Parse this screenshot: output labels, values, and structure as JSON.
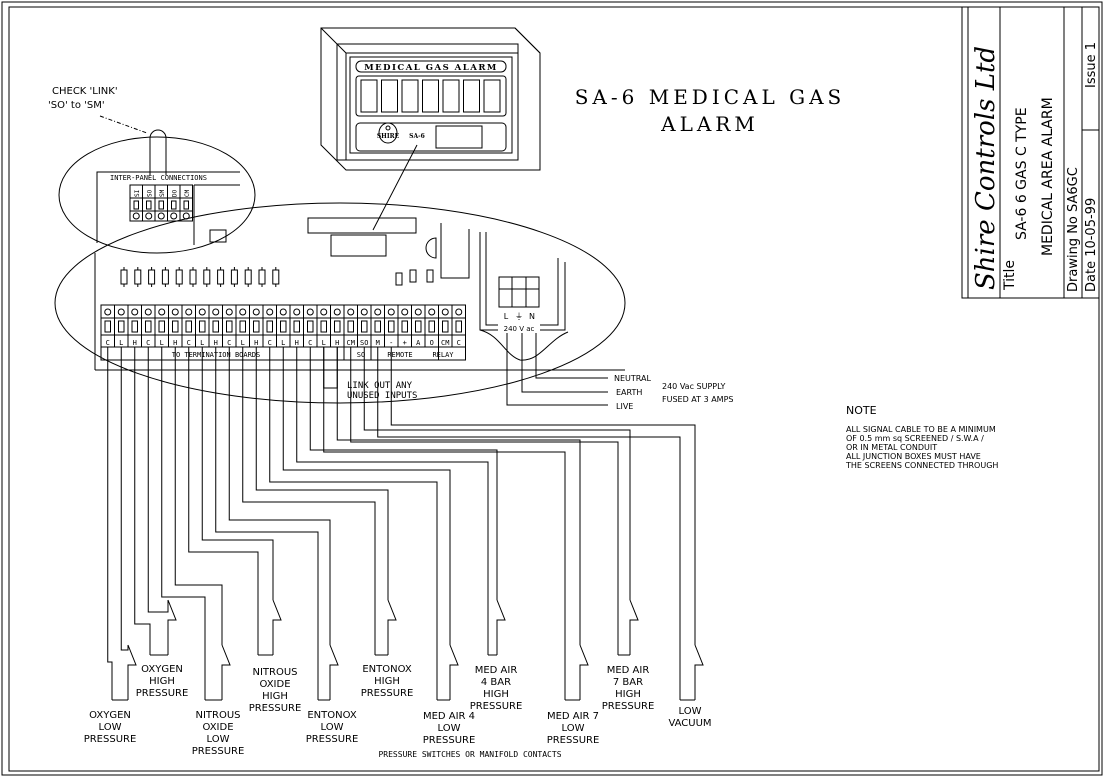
{
  "title": {
    "line1": "SA-6 MEDICAL GAS",
    "line2": "ALARM"
  },
  "title_block": {
    "company": "Shire Controls Ltd",
    "title_label": "Title",
    "title_line1": "SA-6 6 GAS C TYPE",
    "title_line2": "MEDICAL AREA ALARM",
    "drawing_no": "Drawing No  SA6GC",
    "date": "Date  10-05-99",
    "issue": "Issue 1"
  },
  "panel": {
    "header": "MEDICAL GAS ALARM",
    "model": "SA-6",
    "logo": "SHIRE"
  },
  "check_link": {
    "line1": "CHECK 'LINK'",
    "line2": "'SO' to 'SM'"
  },
  "inter_panel": {
    "label": "INTER-PANEL CONNECTIONS",
    "terminals": [
      "SI",
      "SO",
      "SM",
      "DO",
      "CM"
    ]
  },
  "terminal_strip": {
    "labels": [
      "C",
      "L",
      "H",
      "C",
      "L",
      "H",
      "C",
      "L",
      "H",
      "C",
      "L",
      "H",
      "C",
      "L",
      "H",
      "C",
      "L",
      "H",
      "CM",
      "SO",
      "M",
      "-",
      "+",
      "A",
      "O",
      "CM",
      "C"
    ],
    "group_termination": "TO TERMINATION BOARDS",
    "group_so": "SO",
    "group_remote": "REMOTE",
    "group_relay": "RELAY"
  },
  "link_note": {
    "line1": "LINK OUT ANY",
    "line2": "UNUSED INPUTS"
  },
  "supply": {
    "terminals": [
      "L",
      "⏚",
      "N"
    ],
    "voltage_label": "240 V ac",
    "neutral": "NEUTRAL",
    "earth": "EARTH",
    "live": "LIVE",
    "supply_line1": "240 Vac SUPPLY",
    "supply_line2": "FUSED AT 3 AMPS"
  },
  "note": {
    "heading": "NOTE",
    "lines": [
      "ALL SIGNAL CABLE TO BE A MINIMUM",
      "OF 0.5 mm sq SCREENED / S.W.A /",
      "OR IN METAL CONDUIT",
      "ALL JUNCTION BOXES MUST HAVE",
      "THE SCREENS CONNECTED THROUGH"
    ]
  },
  "switches": [
    {
      "label": [
        "OXYGEN",
        "LOW",
        "PRESSURE"
      ]
    },
    {
      "label": [
        "OXYGEN",
        "HIGH",
        "PRESSURE"
      ]
    },
    {
      "label": [
        "NITROUS",
        "OXIDE",
        "LOW",
        "PRESSURE"
      ]
    },
    {
      "label": [
        "NITROUS",
        "OXIDE",
        "HIGH",
        "PRESSURE"
      ]
    },
    {
      "label": [
        "ENTONOX",
        "LOW",
        "PRESSURE"
      ]
    },
    {
      "label": [
        "ENTONOX",
        "HIGH",
        "PRESSURE"
      ]
    },
    {
      "label": [
        "MED AIR 4",
        "LOW",
        "PRESSURE"
      ]
    },
    {
      "label": [
        "MED AIR",
        "4 BAR",
        "HIGH",
        "PRESSURE"
      ]
    },
    {
      "label": [
        "MED AIR 7",
        "LOW",
        "PRESSURE"
      ]
    },
    {
      "label": [
        "MED AIR",
        "7 BAR",
        "HIGH",
        "PRESSURE"
      ]
    },
    {
      "label": [
        "LOW",
        "VACUUM"
      ]
    }
  ],
  "footer": "PRESSURE SWITCHES  OR MANIFOLD CONTACTS"
}
